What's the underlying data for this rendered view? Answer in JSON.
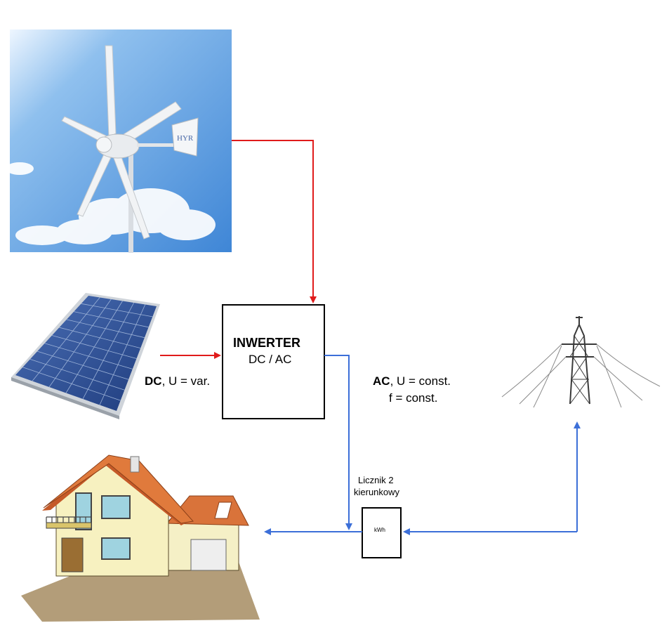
{
  "inverter": {
    "title": "INWERTER",
    "subtitle": "DC / AC"
  },
  "dc_side": {
    "type": "DC",
    "voltage": ", U = var."
  },
  "ac_side": {
    "type": "AC",
    "voltage": ", U = const.",
    "frequency": "f = const."
  },
  "meter": {
    "caption_line1": "Licznik 2",
    "caption_line2": "kierunkowy",
    "unit": "kWh"
  },
  "turbine": {
    "logo_text": "HYR"
  },
  "colors": {
    "dc_line": "#e01b1b",
    "ac_line": "#3c6fd8",
    "sky_top": "#3f86d6",
    "sky_bottom": "#9cc7ef"
  },
  "icons": [
    "wind-turbine",
    "solar-panel",
    "power-pylon",
    "house",
    "energy-meter"
  ]
}
